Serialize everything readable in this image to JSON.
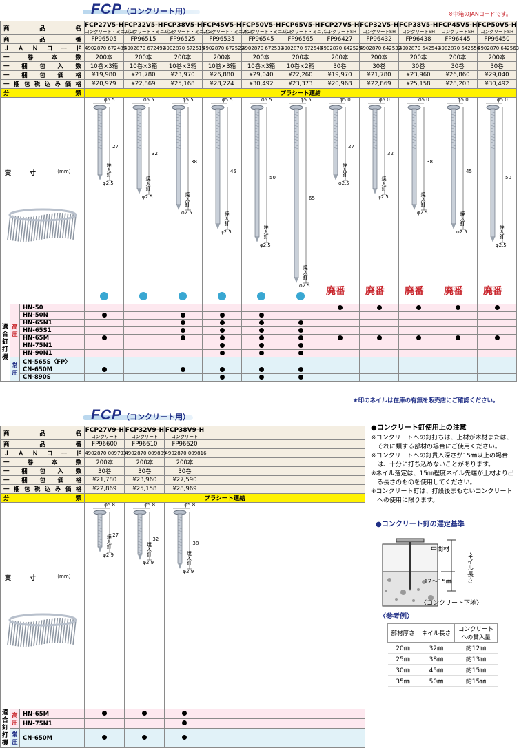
{
  "top_note": "※中箱のJANコードです。",
  "section1": {
    "title_main": "FCP",
    "title_sub": "（コンクリート用）",
    "labels": {
      "name": "商　品　名",
      "number": "商　品　番",
      "jan": "ＪＡＮコード",
      "per_roll": "一　巻　本　数",
      "per_pack": "一　梱　包　入　数",
      "price": "一　梱　包　価　格",
      "price_tax": "一梱包税込み価格",
      "category": "分　　　類",
      "size": "実　　　寸",
      "size_unit": "（mm）",
      "compat": "適合釘打機"
    },
    "category_value": "プラシート連結",
    "products": [
      {
        "model": "FCP27V5-H",
        "sub": "コンクリート・ミニパコ",
        "num": "FP96505",
        "jan": "4902870 672485",
        "roll": "200本",
        "pack": "10巻×3箱",
        "price": "¥19,980",
        "tax": "¥20,979",
        "head": "φ5.5",
        "len": "27",
        "dia": "φ2.5",
        "disc": ""
      },
      {
        "model": "FCP32V5-H",
        "sub": "コンクリート・ミニパコ",
        "num": "FP96515",
        "jan": "4902870 672492",
        "roll": "200本",
        "pack": "10巻×3箱",
        "price": "¥21,780",
        "tax": "¥22,869",
        "head": "φ5.5",
        "len": "32",
        "dia": "φ2.5",
        "disc": ""
      },
      {
        "model": "FCP38V5-H",
        "sub": "コンクリート・ミニパコ",
        "num": "FP96525",
        "jan": "4902870 672515",
        "roll": "200本",
        "pack": "10巻×3箱",
        "price": "¥23,970",
        "tax": "¥25,168",
        "head": "φ5.5",
        "len": "38",
        "dia": "φ2.5",
        "disc": ""
      },
      {
        "model": "FCP45V5-H",
        "sub": "コンクリート・ミニパコ",
        "num": "FP96535",
        "jan": "4902870 672522",
        "roll": "200本",
        "pack": "10巻×3箱",
        "price": "¥26,880",
        "tax": "¥28,224",
        "head": "φ5.5",
        "len": "45",
        "dia": "φ2.5",
        "disc": ""
      },
      {
        "model": "FCP50V5-H",
        "sub": "コンクリート・ミニパコ",
        "num": "FP96545",
        "jan": "4902870 672539",
        "roll": "200本",
        "pack": "10巻×3箱",
        "price": "¥29,040",
        "tax": "¥30,492",
        "head": "φ5.5",
        "len": "50",
        "dia": "φ2.5",
        "disc": ""
      },
      {
        "model": "FCP65V5-H",
        "sub": "コンクリート・ミニパコ",
        "num": "FP96565",
        "jan": "4902870 672546",
        "roll": "200本",
        "pack": "10巻×2箱",
        "price": "¥22,260",
        "tax": "¥23,373",
        "head": "φ5.5",
        "len": "65",
        "dia": "φ2.5",
        "disc": ""
      },
      {
        "model": "FCP27V5-H",
        "sub": "コンクリートSH",
        "num": "FP96427",
        "jan": "4902870 642525",
        "roll": "200本",
        "pack": "30巻",
        "price": "¥19,970",
        "tax": "¥20,968",
        "head": "φ5.0",
        "len": "27",
        "dia": "φ2.5",
        "disc": "廃番"
      },
      {
        "model": "FCP32V5-H",
        "sub": "コンクリートSH",
        "num": "FP96432",
        "jan": "4902870 642532",
        "roll": "200本",
        "pack": "30巻",
        "price": "¥21,780",
        "tax": "¥22,869",
        "head": "φ5.0",
        "len": "32",
        "dia": "φ2.5",
        "disc": "廃番"
      },
      {
        "model": "FCP38V5-H",
        "sub": "コンクリートSH",
        "num": "FP96438",
        "jan": "4902870 642549",
        "roll": "200本",
        "pack": "30巻",
        "price": "¥23,960",
        "tax": "¥25,158",
        "head": "φ5.0",
        "len": "38",
        "dia": "φ2.5",
        "disc": "廃番"
      },
      {
        "model": "FCP45V5-H",
        "sub": "コンクリートSH",
        "num": "FP96445",
        "jan": "4902870 642556",
        "roll": "200本",
        "pack": "30巻",
        "price": "¥26,860",
        "tax": "¥28,203",
        "head": "φ5.0",
        "len": "45",
        "dia": "φ2.5",
        "disc": "廃番"
      },
      {
        "model": "FCP50V5-H",
        "sub": "コンクリートSH",
        "num": "FP96450",
        "jan": "4902870 642563",
        "roll": "200本",
        "pack": "30巻",
        "price": "¥29,040",
        "tax": "¥30,492",
        "head": "φ5.0",
        "len": "50",
        "dia": "φ2.5",
        "disc": "廃番"
      }
    ],
    "nail_label": "焼入釘",
    "groups": [
      {
        "name": "高圧",
        "color": "#c8242b"
      },
      {
        "name": "常圧",
        "color": "#1f2e86"
      }
    ],
    "machines": [
      {
        "name": "HN-50",
        "group": "高圧",
        "marks": [
          0,
          0,
          0,
          0,
          0,
          0,
          1,
          1,
          1,
          1,
          1
        ]
      },
      {
        "name": "HN-50N",
        "group": "高圧",
        "marks": [
          1,
          0,
          1,
          1,
          1,
          0,
          0,
          0,
          0,
          0,
          0
        ]
      },
      {
        "name": "HN-65N1",
        "group": "高圧",
        "marks": [
          0,
          0,
          1,
          1,
          1,
          1,
          0,
          0,
          0,
          0,
          0
        ]
      },
      {
        "name": "HN-65S1",
        "group": "高圧",
        "marks": [
          0,
          0,
          1,
          1,
          1,
          1,
          0,
          0,
          0,
          0,
          0
        ]
      },
      {
        "name": "HN-65M",
        "group": "高圧",
        "marks": [
          1,
          0,
          1,
          1,
          1,
          1,
          1,
          1,
          1,
          1,
          1
        ]
      },
      {
        "name": "HN-75N1",
        "group": "高圧",
        "marks": [
          0,
          0,
          0,
          1,
          1,
          1,
          0,
          0,
          0,
          0,
          0
        ]
      },
      {
        "name": "HN-90N1",
        "group": "高圧",
        "marks": [
          0,
          0,
          0,
          1,
          1,
          1,
          0,
          0,
          0,
          0,
          0
        ]
      },
      {
        "name": "CN-565S〈FP〉",
        "group": "常圧",
        "marks": [
          0,
          0,
          0,
          0,
          0,
          0,
          0,
          0,
          0,
          0,
          0
        ]
      },
      {
        "name": "CN-650M",
        "group": "常圧",
        "marks": [
          1,
          0,
          1,
          1,
          1,
          1,
          0,
          0,
          0,
          0,
          0
        ]
      },
      {
        "name": "CN-890S",
        "group": "常圧",
        "marks": [
          0,
          0,
          0,
          1,
          1,
          1,
          0,
          0,
          0,
          0,
          0
        ]
      }
    ],
    "footnote": "★印のネイルは在庫の有無を販売店にご確認ください。"
  },
  "section2": {
    "title_main": "FCP",
    "title_sub": "（コンクリート用）",
    "category_value": "プラシート連結",
    "products": [
      {
        "model": "FCP27V9-H",
        "sub": "コンクリート",
        "num": "FP96600",
        "jan": "4902870 009793",
        "roll": "200本",
        "pack": "30巻",
        "price": "¥21,780",
        "tax": "¥22,869",
        "head": "φ5.8",
        "len": "27",
        "dia": "φ2.9"
      },
      {
        "model": "FCP32V9-H",
        "sub": "コンクリート",
        "num": "FP96610",
        "jan": "4902870 009809",
        "roll": "200本",
        "pack": "30巻",
        "price": "¥23,960",
        "tax": "¥25,158",
        "head": "φ5.8",
        "len": "32",
        "dia": "φ2.9"
      },
      {
        "model": "FCP38V9-H",
        "sub": "コンクリート",
        "num": "FP96620",
        "jan": "4902870 009816",
        "roll": "200本",
        "pack": "30巻",
        "price": "¥27,590",
        "tax": "¥28,969",
        "head": "φ5.8",
        "len": "38",
        "dia": "φ2.9"
      }
    ],
    "machines": [
      {
        "name": "HN-65M",
        "group": "高圧",
        "marks": [
          1,
          1,
          1
        ]
      },
      {
        "name": "HN-75N1",
        "group": "高圧",
        "marks": [
          0,
          0,
          1
        ]
      },
      {
        "name": "CN-650M",
        "group": "常圧",
        "marks": [
          1,
          1,
          1
        ]
      }
    ]
  },
  "sidebar": {
    "heading": "●コンクリート釘使用上の注意",
    "notes": [
      "※コンクリートへの釘打ちは、上材が木材または、",
      "　それに類する部材の場合にご使用ください。",
      "※コンクリートへの釘貫入深さが15㎜以上の場合",
      "　は、十分に打ち込めないことがあります。",
      "※ネイル選定は、15㎜程度ネイル先端が上材より出",
      "　る長さのものを使用してください。",
      "※コンクリート釘は、打設後まもないコンクリート",
      "　への使用に限ります。"
    ],
    "diagram_title": "●コンクリート釘の選定基準",
    "diagram_label_mid": "中間材",
    "diagram_label_depth": "12～15㎜",
    "diagram_label_len": "ネイル長さ",
    "diagram_label_base": "〈コンクリート下地〉",
    "ref_title": "〈参考例〉",
    "ref_headers": [
      "部材厚さ",
      "ネイル長さ",
      "コンクリート\nへの貫入量"
    ],
    "ref_rows": [
      [
        "20㎜",
        "32㎜",
        "約12㎜"
      ],
      [
        "25㎜",
        "38㎜",
        "約13㎜"
      ],
      [
        "30㎜",
        "45㎜",
        "約15㎜"
      ],
      [
        "35㎜",
        "50㎜",
        "約15㎜"
      ]
    ]
  }
}
